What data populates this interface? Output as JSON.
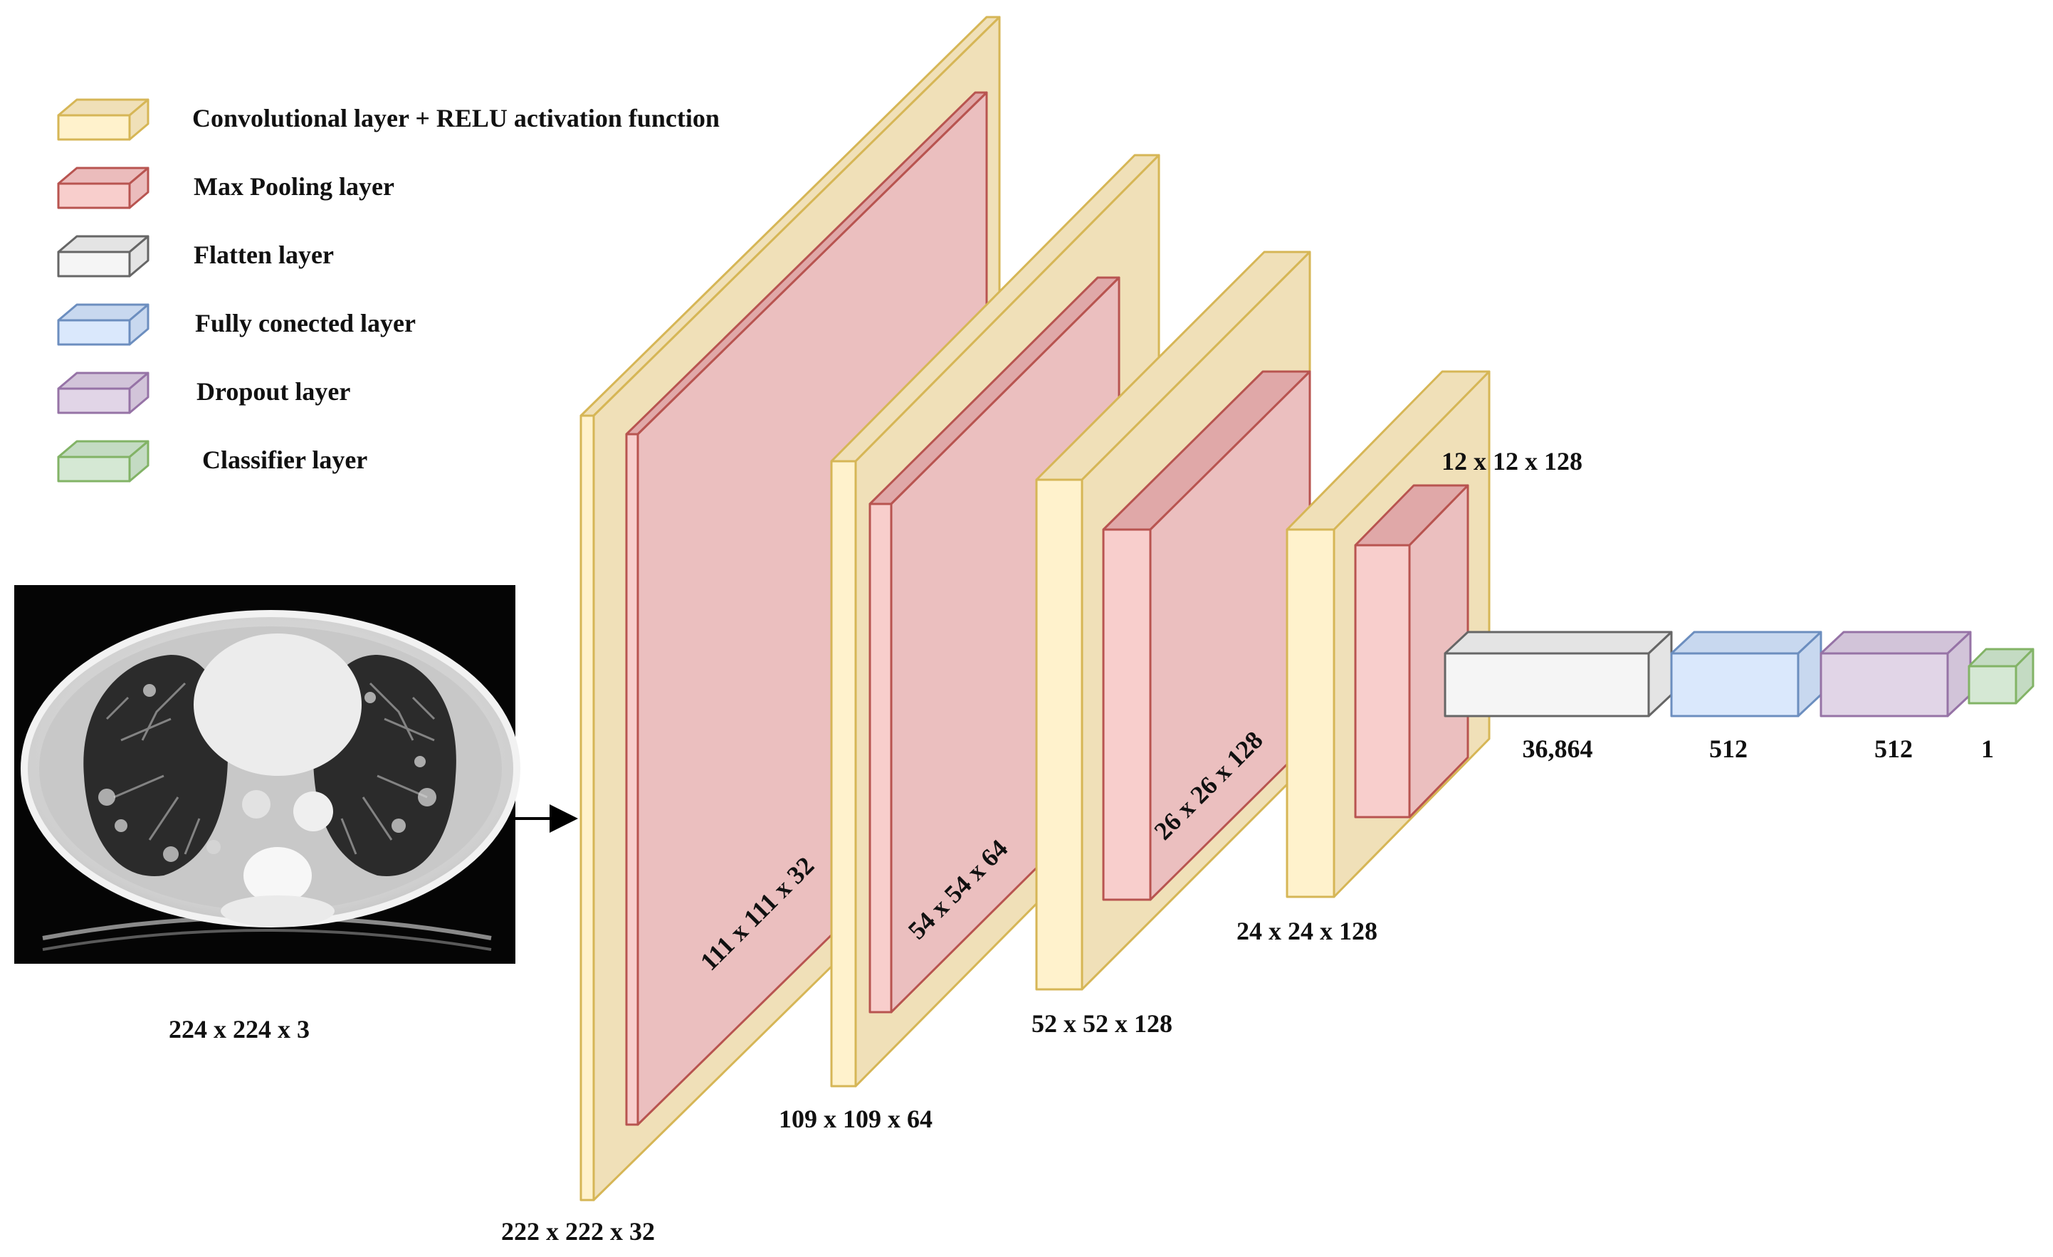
{
  "legend": [
    {
      "label": "Convolutional layer + RELU activation function",
      "face": "#fff2cc",
      "side": "#f0e0b8",
      "stroke": "#d6b656"
    },
    {
      "label": "Max Pooling layer",
      "face": "#f8cecc",
      "side": "#ebbcbc",
      "stroke": "#b85450"
    },
    {
      "label": "Flatten layer",
      "face": "#f5f5f5",
      "side": "#e4e4e4",
      "stroke": "#666666"
    },
    {
      "label": "Fully conected layer",
      "face": "#dae8fc",
      "side": "#c8d8ef",
      "stroke": "#6c8ebf"
    },
    {
      "label": "Dropout layer",
      "face": "#e1d5e7",
      "side": "#d2c4d9",
      "stroke": "#9673a6"
    },
    {
      "label": "Classifier layer",
      "face": "#d5e8d4",
      "side": "#c4dbc3",
      "stroke": "#82b366"
    }
  ],
  "input": {
    "label": "224 x 224 x 3"
  },
  "layers": {
    "conv1": "222 x 222 x 32",
    "pool1": "111 x 111 x 32",
    "conv2": "109 x 109 x 64",
    "pool2": "54 x 54 x 64",
    "conv3": "52 x 52 x 128",
    "pool3": "26 x 26 x 128",
    "conv4": "24 x 24 x 128",
    "pool4": "12 x 12 x 128",
    "flatten": "36,864",
    "dense": "512",
    "dropout": "512",
    "classifier": "1"
  }
}
